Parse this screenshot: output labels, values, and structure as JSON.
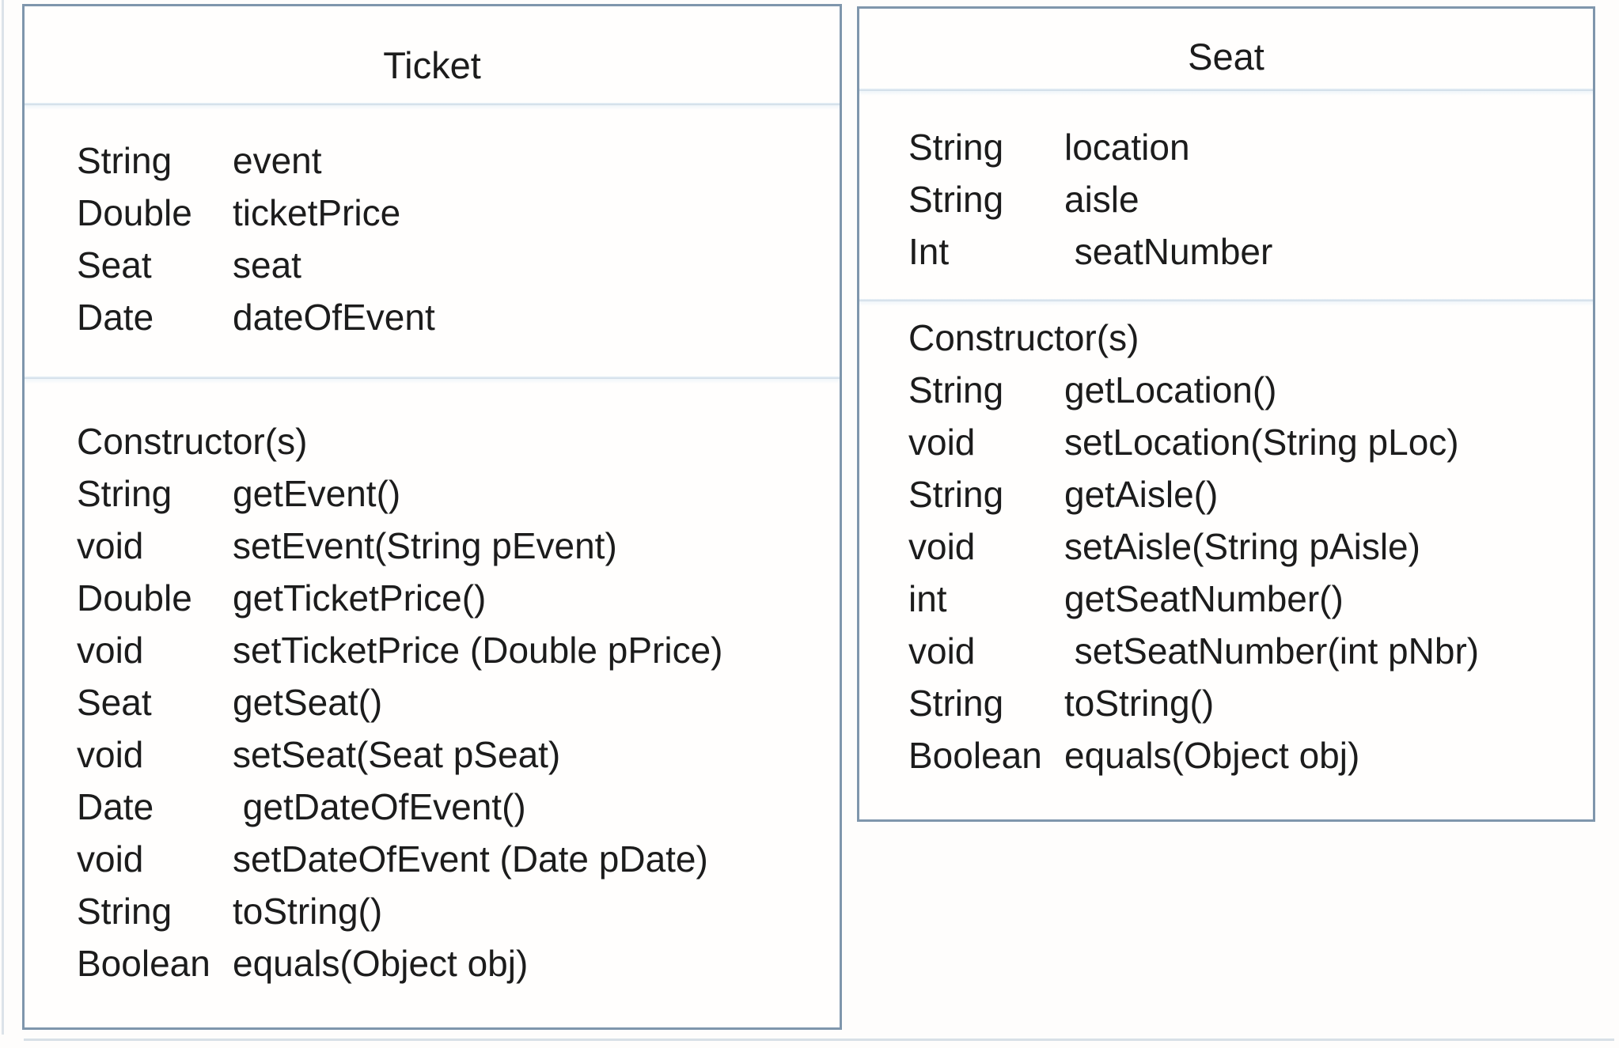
{
  "diagram": {
    "kind": "uml-class-diagram"
  },
  "colors": {
    "box_border": "#7f96ac",
    "divider": "#9cb0c2",
    "divider_halo": "#e7f0f7",
    "text": "#1c1c1c",
    "background": "#fefdfc",
    "edge_artifact": "#d8e0e7"
  },
  "classes": [
    {
      "name": "Ticket",
      "attributes": [
        {
          "type": "String",
          "name": "event"
        },
        {
          "type": "Double",
          "name": "ticketPrice"
        },
        {
          "type": "Seat",
          "name": "seat"
        },
        {
          "type": "Date",
          "name": "dateOfEvent"
        }
      ],
      "methods": [
        {
          "type": "",
          "name": "Constructor(s)"
        },
        {
          "type": "String",
          "name": "getEvent()"
        },
        {
          "type": "void",
          "name": "setEvent(String pEvent)"
        },
        {
          "type": "Double",
          "name": "getTicketPrice()"
        },
        {
          "type": "void",
          "name": "setTicketPrice (Double pPrice)"
        },
        {
          "type": "Seat",
          "name": "getSeat()"
        },
        {
          "type": "void",
          "name": "setSeat(Seat pSeat)"
        },
        {
          "type": "Date",
          "name": " getDateOfEvent()"
        },
        {
          "type": "void",
          "name": "setDateOfEvent (Date pDate)"
        },
        {
          "type": "String",
          "name": "toString()"
        },
        {
          "type": "Boolean",
          "name": "equals(Object obj)"
        }
      ]
    },
    {
      "name": "Seat",
      "attributes": [
        {
          "type": "String",
          "name": "location"
        },
        {
          "type": "String",
          "name": "aisle"
        },
        {
          "type": "Int",
          "name": " seatNumber"
        }
      ],
      "methods": [
        {
          "type": "",
          "name": "Constructor(s)"
        },
        {
          "type": "String",
          "name": "getLocation()"
        },
        {
          "type": "void",
          "name": "setLocation(String pLoc)"
        },
        {
          "type": "String",
          "name": "getAisle()"
        },
        {
          "type": "void",
          "name": "setAisle(String pAisle)"
        },
        {
          "type": "int",
          "name": "getSeatNumber()"
        },
        {
          "type": "void",
          "name": " setSeatNumber(int pNbr)"
        },
        {
          "type": "String",
          "name": "toString()"
        },
        {
          "type": "Boolean",
          "name": "equals(Object obj)"
        }
      ]
    }
  ]
}
